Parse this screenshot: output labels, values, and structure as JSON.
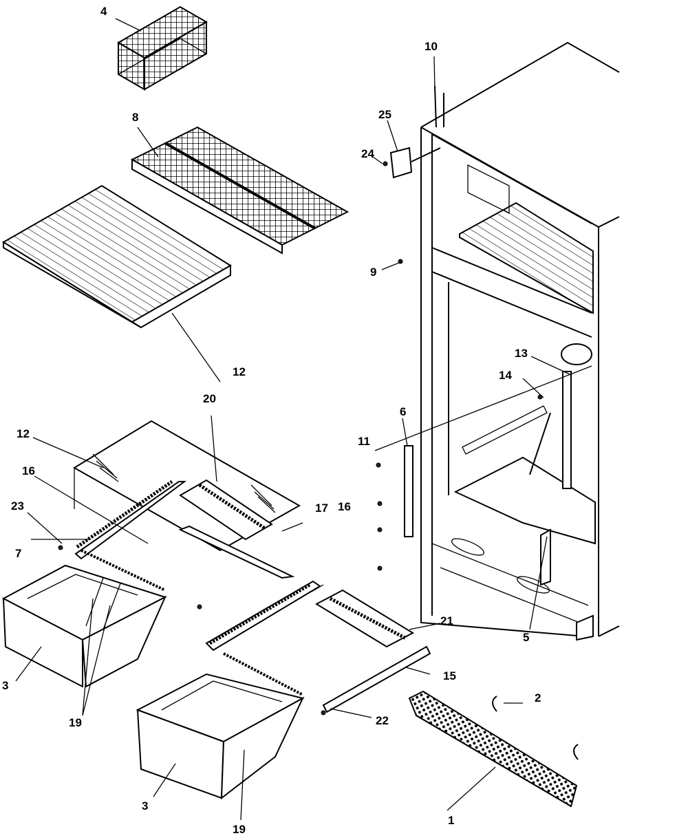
{
  "labels": {
    "l1": "1",
    "l2": "2",
    "l3a": "3",
    "l3b": "3",
    "l4": "4",
    "l5": "5",
    "l6": "6",
    "l7": "7",
    "l8": "8",
    "l9": "9",
    "l10": "10",
    "l11": "11",
    "l12a": "12",
    "l12b": "12",
    "l13": "13",
    "l14": "14",
    "l15": "15",
    "l16a": "16",
    "l16b": "16",
    "l17": "17",
    "l19a": "19",
    "l19b": "19",
    "l20": "20",
    "l21": "21",
    "l22": "22",
    "l23": "23",
    "l24": "24",
    "l25": "25"
  }
}
